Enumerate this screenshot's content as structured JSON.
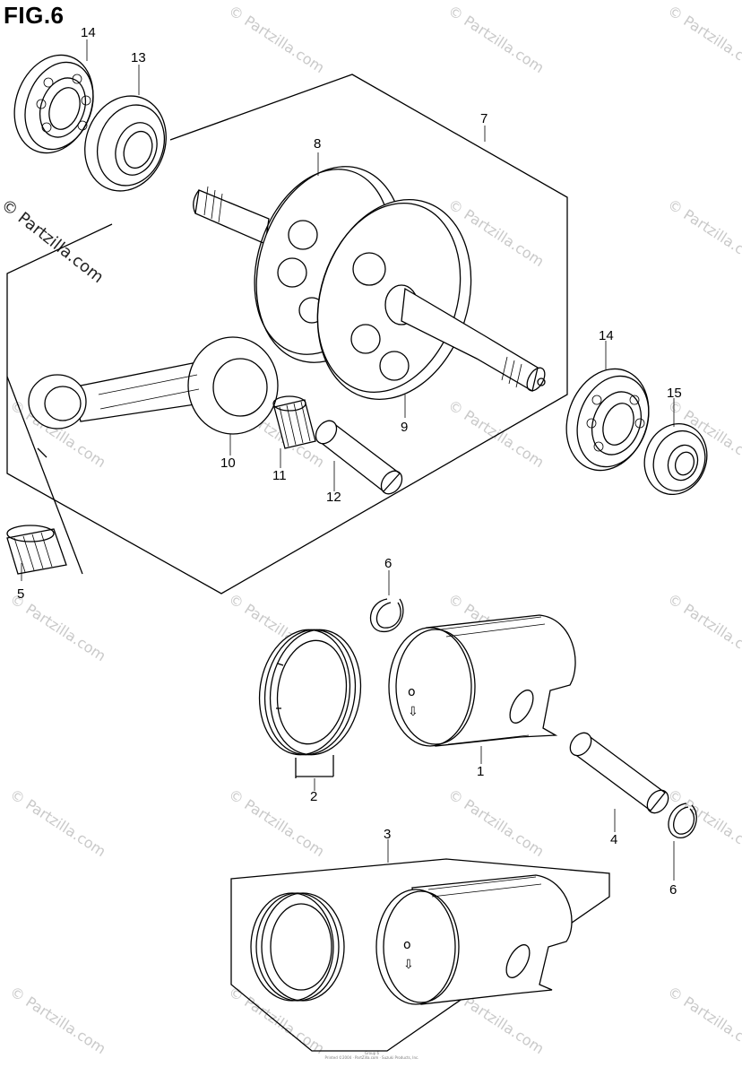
{
  "figure": {
    "title": "FIG.6",
    "watermark_text": "© Partzilla.com",
    "copyright_lines": [
      "Group 6",
      "Printed ©2004 · PartZilla.com · Suzuki Products, Inc."
    ]
  },
  "callouts": {
    "c1": "1",
    "c2": "2",
    "c3": "3",
    "c4": "4",
    "c5": "5",
    "c6a": "6",
    "c6b": "6",
    "c7": "7",
    "c8": "8",
    "c9": "9",
    "c10": "10",
    "c11": "11",
    "c12": "12",
    "c13": "13",
    "c14a": "14",
    "c14b": "14",
    "c15": "15"
  },
  "parts": [
    {
      "id": "bearing-14-top",
      "icon": "ball-bearing-icon"
    },
    {
      "id": "oil-seal-13",
      "icon": "oil-seal-icon"
    },
    {
      "id": "crankshaft-assembly-7",
      "icon": "crankshaft-icon"
    },
    {
      "id": "crank-web-8",
      "icon": "crank-web-icon"
    },
    {
      "id": "crank-web-9",
      "icon": "crank-web-icon"
    },
    {
      "id": "connecting-rod-10",
      "icon": "connecting-rod-icon"
    },
    {
      "id": "needle-bearing-11",
      "icon": "needle-bearing-icon"
    },
    {
      "id": "crank-pin-12",
      "icon": "crank-pin-icon"
    },
    {
      "id": "needle-bearing-5",
      "icon": "needle-bearing-icon"
    },
    {
      "id": "bearing-14-right",
      "icon": "ball-bearing-icon"
    },
    {
      "id": "oil-seal-15",
      "icon": "oil-seal-icon"
    },
    {
      "id": "piston-1",
      "icon": "piston-icon"
    },
    {
      "id": "piston-ring-set-2",
      "icon": "piston-ring-icon"
    },
    {
      "id": "piston-set-3",
      "icon": "piston-icon"
    },
    {
      "id": "piston-pin-4",
      "icon": "piston-pin-icon"
    },
    {
      "id": "circlip-6",
      "icon": "circlip-icon"
    }
  ]
}
